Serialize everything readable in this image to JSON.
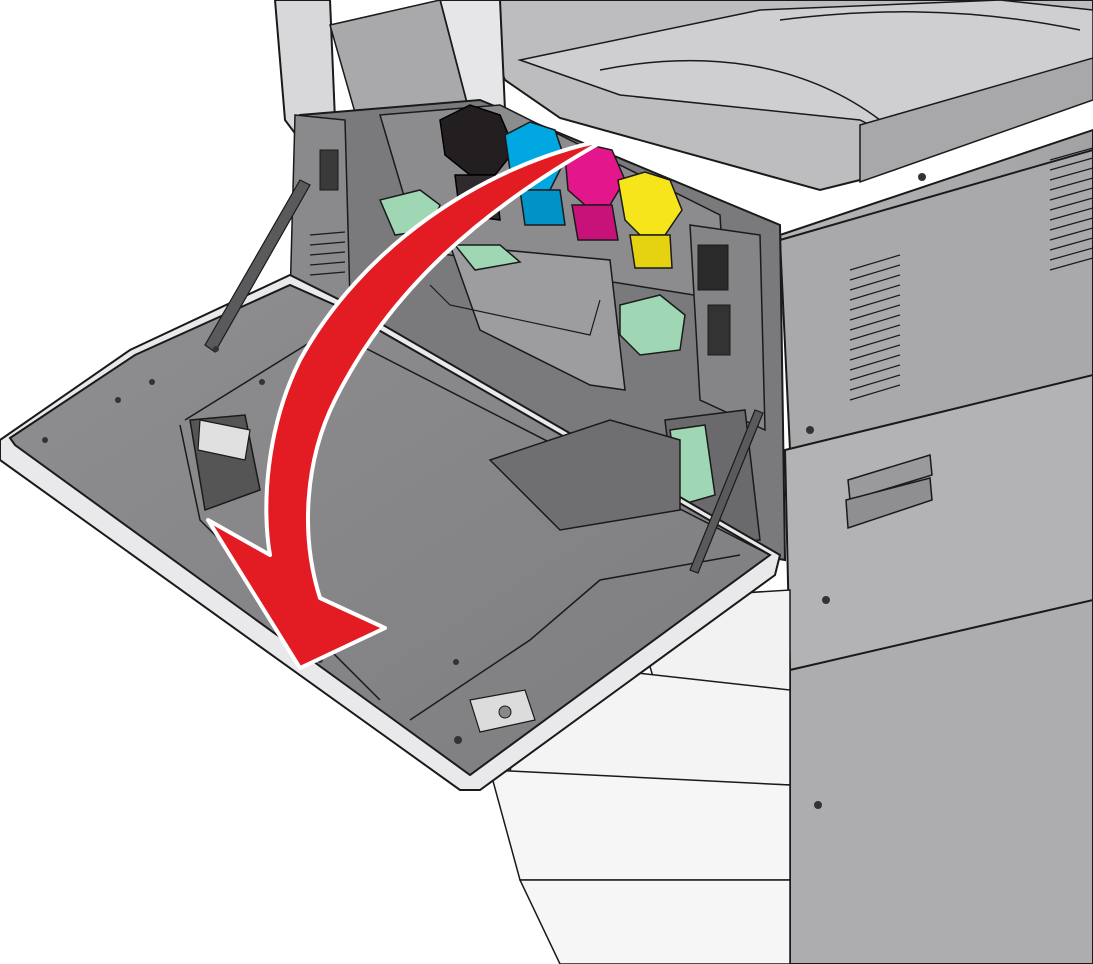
{
  "colors": {
    "arrow": "#e31b23",
    "body_gray": "#9c9c9e",
    "light_gray": "#c9c9cb",
    "dark_gray": "#6e6e70",
    "outline": "#1a1a1a",
    "black_toner": "#231f20",
    "cyan_toner": "#00a7e1",
    "magenta_toner": "#e4168c",
    "yellow_toner": "#f6e51a",
    "release_lever_green": "#9fd6b3",
    "background": "#ffffff"
  },
  "icons": [
    "curved-arrow-icon"
  ],
  "toner_cartridges": [
    "black",
    "cyan",
    "magenta",
    "yellow"
  ]
}
